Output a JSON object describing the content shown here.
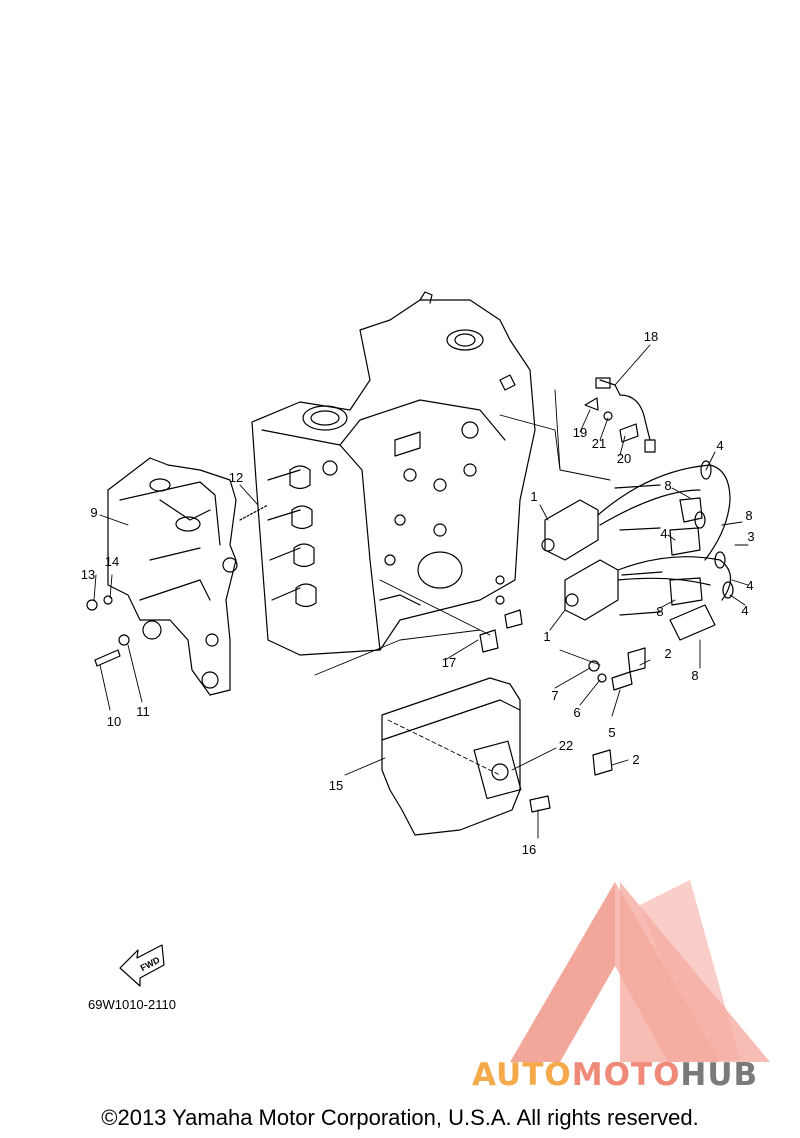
{
  "diagram": {
    "callouts": [
      {
        "id": "c1a",
        "text": "1"
      },
      {
        "id": "c1b",
        "text": "1"
      },
      {
        "id": "c2a",
        "text": "2"
      },
      {
        "id": "c2b",
        "text": "2"
      },
      {
        "id": "c3",
        "text": "3"
      },
      {
        "id": "c4a",
        "text": "4"
      },
      {
        "id": "c4b",
        "text": "4"
      },
      {
        "id": "c4c",
        "text": "4"
      },
      {
        "id": "c4d",
        "text": "4"
      },
      {
        "id": "c5",
        "text": "5"
      },
      {
        "id": "c6",
        "text": "6"
      },
      {
        "id": "c7",
        "text": "7"
      },
      {
        "id": "c8a",
        "text": "8"
      },
      {
        "id": "c8b",
        "text": "8"
      },
      {
        "id": "c8c",
        "text": "8"
      },
      {
        "id": "c8d",
        "text": "8"
      },
      {
        "id": "c9",
        "text": "9"
      },
      {
        "id": "c10",
        "text": "10"
      },
      {
        "id": "c11",
        "text": "11"
      },
      {
        "id": "c12",
        "text": "12"
      },
      {
        "id": "c13",
        "text": "13"
      },
      {
        "id": "c14",
        "text": "14"
      },
      {
        "id": "c15",
        "text": "15"
      },
      {
        "id": "c16",
        "text": "16"
      },
      {
        "id": "c17",
        "text": "17"
      },
      {
        "id": "c18",
        "text": "18"
      },
      {
        "id": "c19",
        "text": "19"
      },
      {
        "id": "c20",
        "text": "20"
      },
      {
        "id": "c21",
        "text": "21"
      },
      {
        "id": "c22",
        "text": "22"
      }
    ],
    "fwd_label": "FWD",
    "diagram_code": "69W1010-2110"
  },
  "watermark": {
    "part1": "AUTO",
    "part2": "MOTO",
    "part3": "HUB",
    "colors": {
      "auto": "#f5a94a",
      "moto": "#f08a78",
      "hub": "#7a7a7a",
      "triangle": "#f2a59a"
    }
  },
  "footer": {
    "copyright": "©2013 Yamaha Motor Corporation, U.S.A. All rights reserved."
  }
}
